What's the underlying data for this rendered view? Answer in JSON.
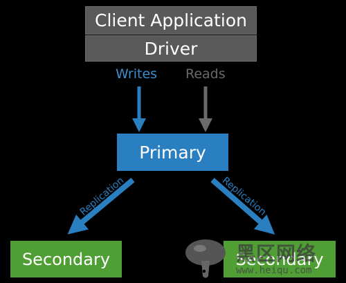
{
  "client": {
    "label": "Client Application"
  },
  "driver": {
    "label": "Driver"
  },
  "flows": {
    "writes": "Writes",
    "reads": "Reads"
  },
  "primary": {
    "label": "Primary"
  },
  "replication": {
    "left": "Replication",
    "right": "Replication"
  },
  "secondaries": [
    {
      "label": "Secondary"
    },
    {
      "label": "Secondary"
    }
  ],
  "watermark": {
    "text": "黑区网络",
    "url": "www.heiqu.com"
  },
  "colors": {
    "gray_box": "#595959",
    "blue": "#2a7fc1",
    "green": "#4f9f35",
    "read_arrow": "#6a6a6a"
  }
}
